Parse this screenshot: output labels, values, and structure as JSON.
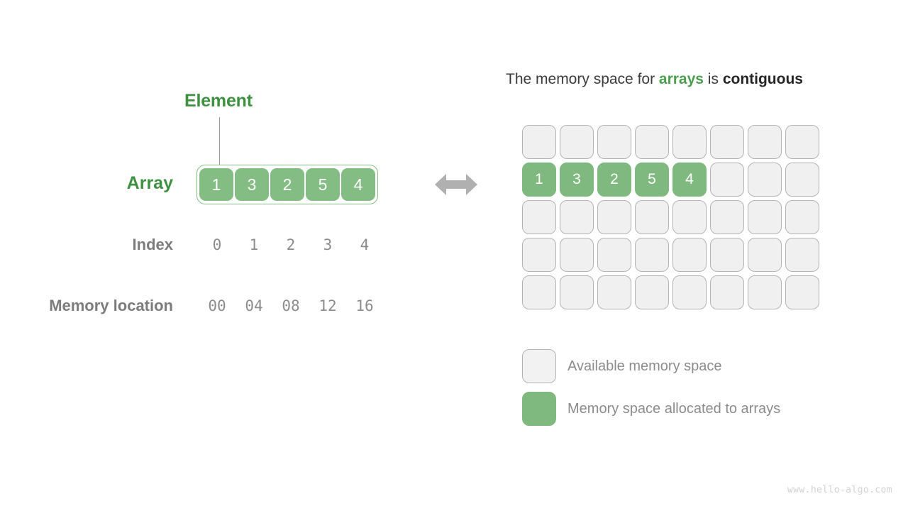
{
  "colors": {
    "green_fill": "#7FB97F",
    "green_text": "#3F9142",
    "gray_text": "#8C8C8C",
    "dark_text": "#262626",
    "empty_cell": "#F0F0F0",
    "cell_border": "#B3B3B3",
    "arrow": "#B0B0B0"
  },
  "left": {
    "element_callout": "Element",
    "array_label": "Array",
    "index_label": "Index",
    "memory_location_label": "Memory location",
    "array_values": [
      "1",
      "3",
      "2",
      "5",
      "4"
    ],
    "index_values": [
      "0",
      "1",
      "2",
      "3",
      "4"
    ],
    "memory_location_values": [
      "00",
      "04",
      "08",
      "12",
      "16"
    ],
    "arrow_icon": "double-headed-arrow-icon"
  },
  "right": {
    "title": {
      "part1": "The memory space for ",
      "highlight_green": "arrays",
      "part2": " is ",
      "highlight_dark": "contiguous"
    },
    "grid": {
      "columns": 8,
      "rows": 5,
      "cells": [
        [
          "",
          "",
          "",
          "",
          "",
          "",
          "",
          ""
        ],
        [
          "1",
          "3",
          "2",
          "5",
          "4",
          "",
          "",
          ""
        ],
        [
          "",
          "",
          "",
          "",
          "",
          "",
          "",
          ""
        ],
        [
          "",
          "",
          "",
          "",
          "",
          "",
          "",
          ""
        ],
        [
          "",
          "",
          "",
          "",
          "",
          "",
          "",
          ""
        ]
      ],
      "filled": [
        [
          false,
          false,
          false,
          false,
          false,
          false,
          false,
          false
        ],
        [
          true,
          true,
          true,
          true,
          true,
          false,
          false,
          false
        ],
        [
          false,
          false,
          false,
          false,
          false,
          false,
          false,
          false
        ],
        [
          false,
          false,
          false,
          false,
          false,
          false,
          false,
          false
        ],
        [
          false,
          false,
          false,
          false,
          false,
          false,
          false,
          false
        ]
      ]
    },
    "legend": [
      {
        "swatch": "available",
        "label": "Available memory space"
      },
      {
        "swatch": "allocated",
        "label": "Memory space allocated to arrays"
      }
    ]
  },
  "footer": {
    "watermark": "www.hello-algo.com"
  }
}
